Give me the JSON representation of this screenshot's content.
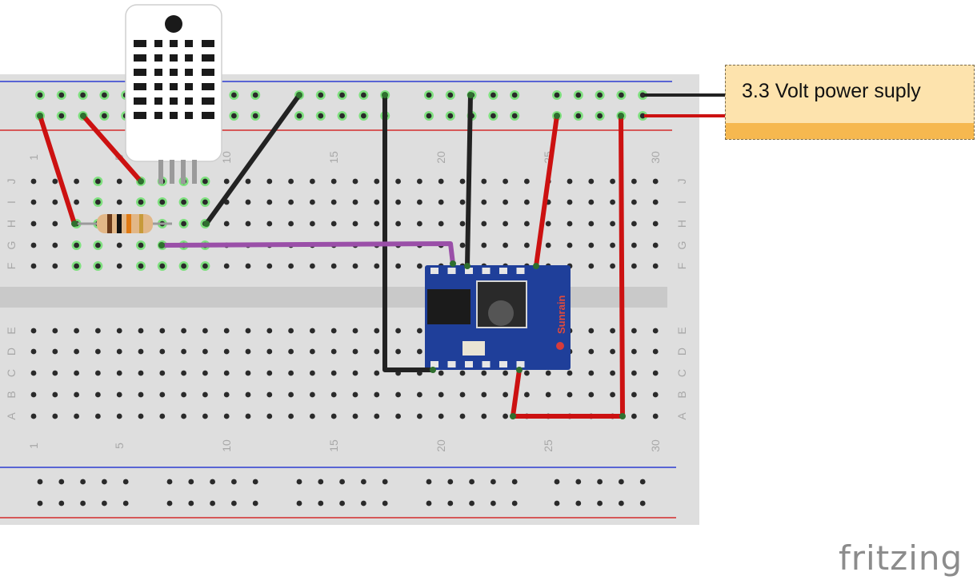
{
  "breadboard": {
    "column_numbers": [
      "1",
      "5",
      "10",
      "15",
      "20",
      "25",
      "30"
    ],
    "top_row_letters": [
      "J",
      "I",
      "H",
      "G",
      "F"
    ],
    "bottom_row_letters": [
      "E",
      "D",
      "C",
      "B",
      "A"
    ]
  },
  "esp_module": {
    "label": "Sunrain"
  },
  "note": {
    "text": "3.3 Volt power suply"
  },
  "logo": {
    "text": "fritzing"
  },
  "colors": {
    "red_wire": "#cc1111",
    "black_wire": "#222222",
    "purple_wire": "#9a4fa8",
    "esp_board": "#1f3f9a",
    "breadboard": "#dedede"
  },
  "icons": [
    "dht-sensor-icon",
    "resistor-icon",
    "esp-chip-icon",
    "wifi-chip-icon"
  ]
}
